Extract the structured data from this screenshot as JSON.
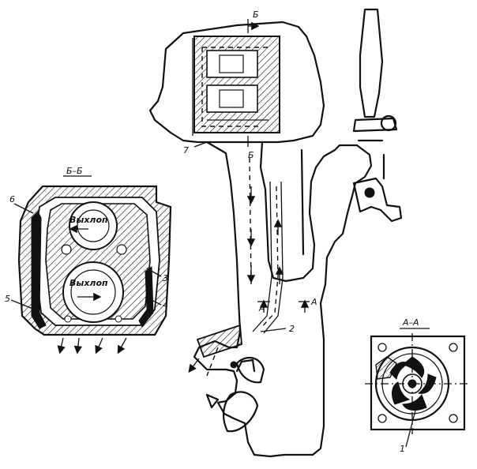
{
  "section_titles": {
    "bb": "Б–Б",
    "aa": "А–А"
  },
  "section_marks": {
    "b_top": "Б",
    "b_bottom": "Б",
    "a_left": "А",
    "a_right": "А"
  },
  "inner_labels": {
    "exhaust_upper": "Выхлоп",
    "exhaust_lower": "Выхлоп"
  },
  "callouts": {
    "c1": "1",
    "c2": "2",
    "c3": "3",
    "c4": "4",
    "c5": "5",
    "c6": "6",
    "c7": "7"
  }
}
